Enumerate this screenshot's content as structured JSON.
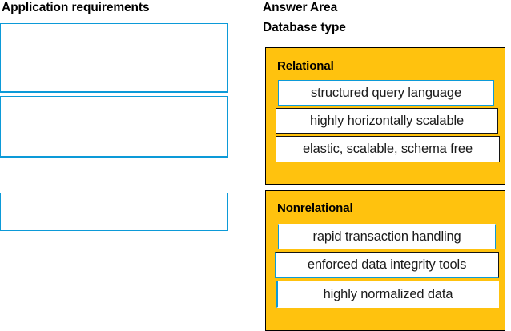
{
  "left_panel": {
    "title": "Application requirements",
    "drop_slots": [
      {
        "name": "requirement-slot-1",
        "value": ""
      },
      {
        "name": "requirement-slot-2",
        "value": ""
      },
      {
        "name": "requirement-slot-3",
        "value": ""
      }
    ]
  },
  "right_panel": {
    "answer_area_title": "Answer Area",
    "column_header": "Database type",
    "categories": [
      {
        "label": "Relational",
        "options": [
          {
            "text": "structured query language"
          },
          {
            "text": "highly horizontally scalable"
          },
          {
            "text": "elastic, scalable, schema free"
          }
        ]
      },
      {
        "label": "Nonrelational",
        "options": [
          {
            "text": "rapid transaction handling"
          },
          {
            "text": "enforced data integrity tools"
          },
          {
            "text": "highly normalized data"
          }
        ]
      }
    ]
  },
  "colors": {
    "category_background": "#ffc20e",
    "category_border": "#000000",
    "chip_border_blue": "#0c9ad8",
    "chip_border_dark": "#141414",
    "slot_border": "#0c9ad8",
    "page_background": "#ffffff",
    "text": "#000000"
  }
}
